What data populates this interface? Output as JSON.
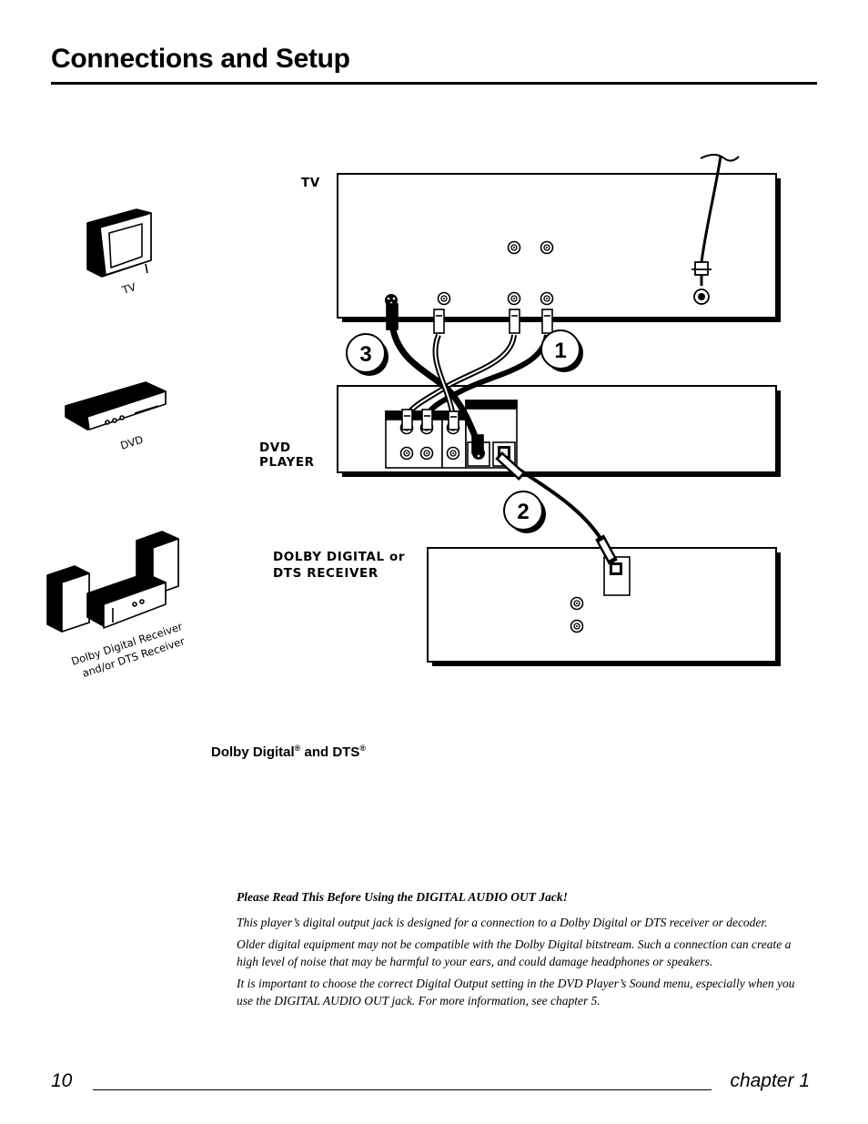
{
  "header": {
    "title": "Connections and Setup"
  },
  "labels": {
    "tv": "TV",
    "dvd_line1": "DVD",
    "dvd_line2": "PLAYER",
    "receiver_line1": "DOLBY DIGITAL or",
    "receiver_line2": "DTS RECEIVER"
  },
  "icons": {
    "tv_caption": "TV",
    "dvd_caption": "DVD",
    "receiver_caption_line1": "Dolby Digital Receiver",
    "receiver_caption_line2": "and/or DTS Receiver"
  },
  "callouts": [
    "3",
    "1",
    "2"
  ],
  "section": {
    "heading_text": "Dolby Digital",
    "reg1": "®",
    "and_text": " and DTS",
    "reg2": "®"
  },
  "notes": {
    "title": "Please Read This Before Using the DIGITAL AUDIO OUT Jack!",
    "paragraphs": [
      "This player’s digital output jack is designed for a connection to a Dolby Digital or DTS receiver or decoder.",
      "Older digital equipment may not be compatible with the Dolby Digital bitstream. Such a connection can create a high level of noise that may be harmful to your ears, and could damage headphones or speakers.",
      "It is important to choose the correct Digital Output setting in the DVD Player’s Sound menu, especially when you use the DIGITAL AUDIO OUT jack. For more information, see chapter 5."
    ]
  },
  "footer": {
    "page_number": "10",
    "chapter": "chapter 1"
  }
}
